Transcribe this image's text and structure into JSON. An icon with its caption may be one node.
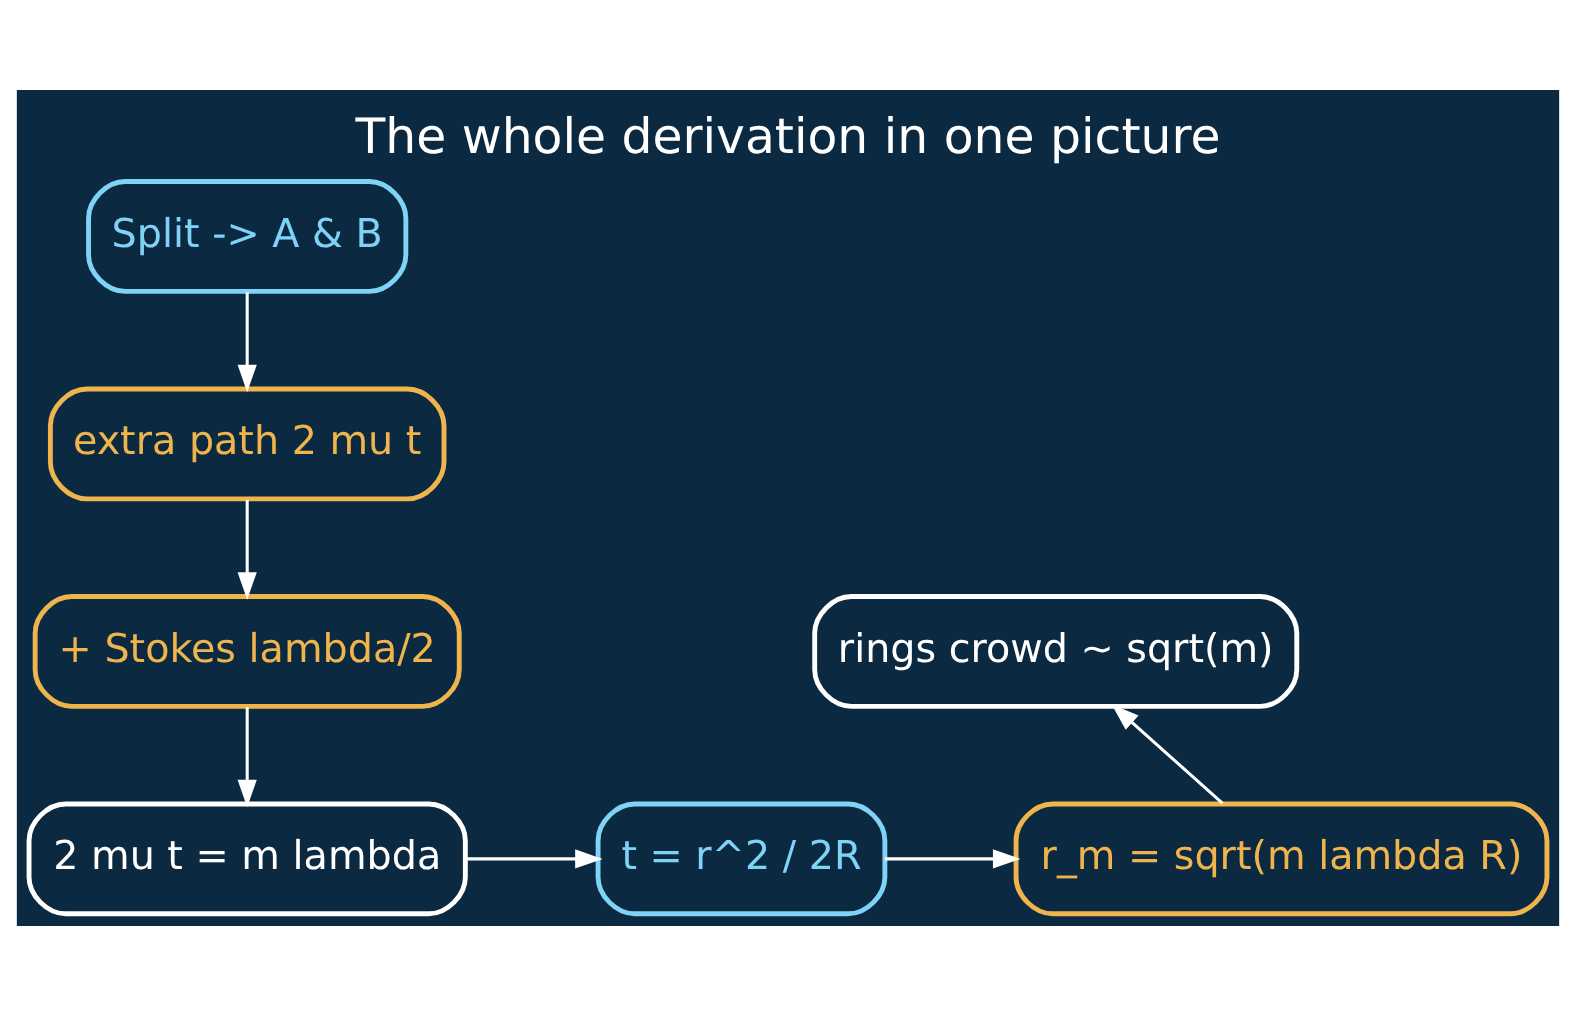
{
  "diagram": {
    "title": "The whole derivation in one picture",
    "nodes": [
      {
        "text": [
          "Split -> A & B"
        ]
      },
      {
        "text": [
          "extra path 2 mu t"
        ]
      },
      {
        "text": [
          "+ Stokes lambda/2"
        ]
      },
      {
        "text": [
          "2 mu t = m lambda"
        ]
      },
      {
        "text": [
          "t = r^2 / 2R"
        ]
      },
      {
        "text": [
          "r_m = sqrt(m lambda R)"
        ]
      },
      {
        "text": [
          "rings crowd ~ sqrt(m)"
        ]
      }
    ],
    "edges": [
      {
        "from": 0,
        "to": 1,
        "arrow": "to"
      },
      {
        "from": 1,
        "to": 2,
        "arrow": "to"
      },
      {
        "from": 2,
        "to": 3,
        "arrow": "to"
      },
      {
        "from": 3,
        "to": 4,
        "arrow": "to"
      },
      {
        "from": 4,
        "to": 5,
        "arrow": "to"
      },
      {
        "from": 5,
        "to": 6,
        "arrow": "to"
      }
    ]
  }
}
